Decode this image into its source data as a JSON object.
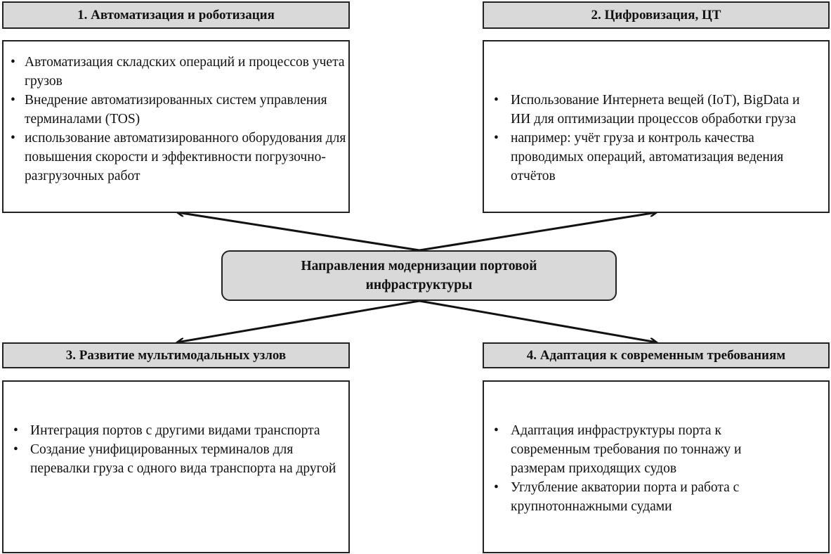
{
  "center": {
    "title_line1": "Направления модернизации портовой",
    "title_line2": "инфраструктуры"
  },
  "blocks": [
    {
      "title": "1.   Автоматизация и роботизация",
      "items": [
        "Автоматизация складских операций и процессов учета грузов",
        "Внедрение автоматизированных систем управления терминалами (TOS)",
        "использование автоматизированного оборудования для повышения скорости и эффективности погрузочно-разгрузочных работ"
      ]
    },
    {
      "title": "2. Цифровизация, ЦТ",
      "items": [
        "Использование Интернета вещей (IoT), BigData и ИИ для оптимизации процессов обработки груза",
        "например: учёт груза и контроль качества проводимых операций, автоматизация ведения отчётов"
      ]
    },
    {
      "title": "3. Развитие мультимодальных узлов",
      "items": [
        "Интеграция портов с другими видами транспорта",
        "Создание унифицированных терминалов для перевалки груза с одного вида транспорта на другой"
      ]
    },
    {
      "title": "4. Адаптация к современным требованиям",
      "items": [
        "Адаптация инфраструктуры порта к современным требования по тоннажу и размерам приходящих судов",
        "Углубление акватории порта и работа с крупнотоннажными судами"
      ]
    }
  ]
}
